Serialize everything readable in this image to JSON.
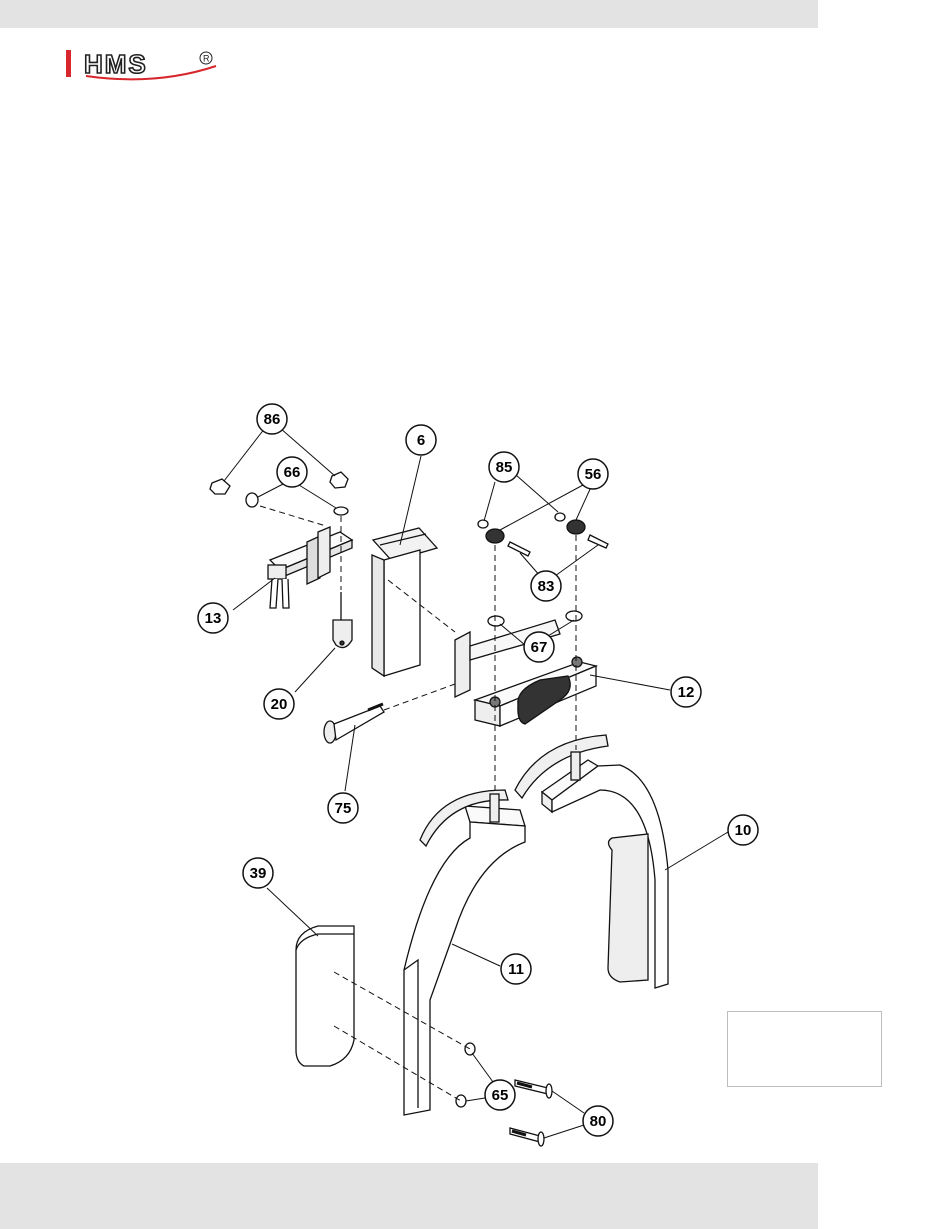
{
  "brand": {
    "name": "HMS",
    "registered": "R",
    "accent": "#d7262c"
  },
  "diagram": {
    "parts": [
      "86",
      "6",
      "85",
      "56",
      "66",
      "83",
      "13",
      "67",
      "12",
      "20",
      "75",
      "10",
      "39",
      "11",
      "65",
      "80"
    ]
  }
}
